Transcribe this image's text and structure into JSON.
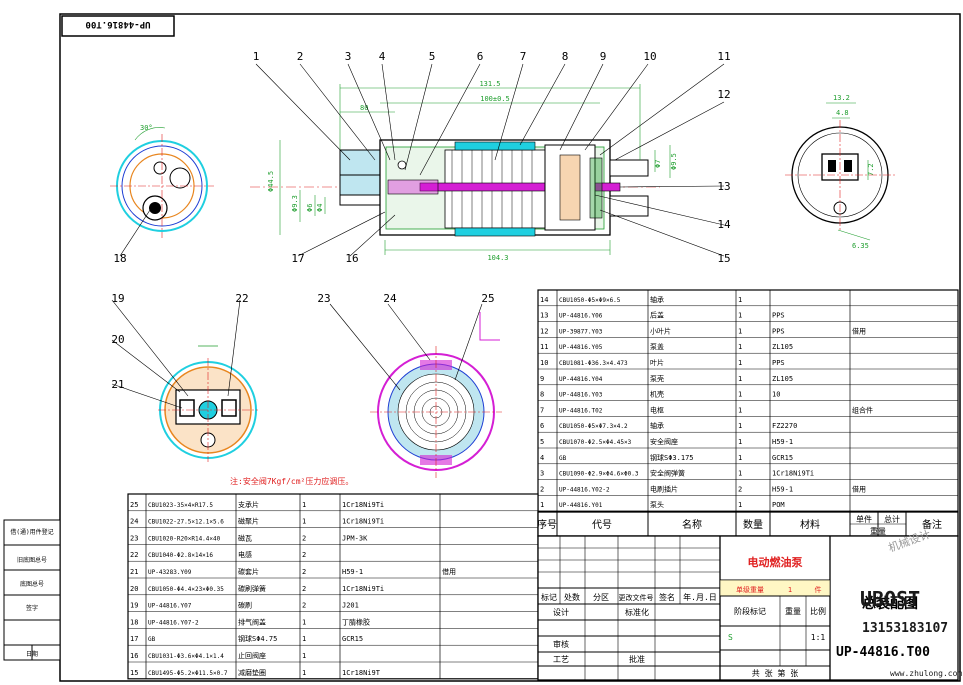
{
  "drawing_no_rotated": "UP-44816.T00",
  "drawing_no": "UP-44816.T00",
  "title": "电动燃油泵",
  "sheet_title": "总装配图",
  "scale": "1:1",
  "note": "注:安全阀7Kgf/cm²压力应调压。",
  "dims": {
    "overall": "131.5",
    "body": "100±0.5",
    "d80": "80",
    "dia": "Φ44.5",
    "d93": "Φ9.3",
    "d6": "Φ6",
    "d4": "Φ4",
    "d7": "Φ7",
    "d95": "Φ9.5",
    "d104": "104.3",
    "w132": "13.2",
    "w48": "4.8",
    "w72": "7.2",
    "w635": "6.35",
    "angle": "30°"
  },
  "callouts": [
    "1",
    "2",
    "3",
    "4",
    "5",
    "6",
    "7",
    "8",
    "9",
    "10",
    "11",
    "12",
    "13",
    "14",
    "15",
    "16",
    "17",
    "18",
    "19",
    "20",
    "21",
    "22",
    "23",
    "24",
    "25"
  ],
  "bom_upper": [
    {
      "no": "14",
      "code": "CBU1050-Φ5×Φ9×6.5",
      "name": "轴承",
      "qty": "1",
      "material": "",
      "note": ""
    },
    {
      "no": "13",
      "code": "UP-44816.Y06",
      "name": "后盖",
      "qty": "1",
      "material": "PPS",
      "note": ""
    },
    {
      "no": "12",
      "code": "UP-39877.Y03",
      "name": "小叶片",
      "qty": "1",
      "material": "PPS",
      "note": "借用"
    },
    {
      "no": "11",
      "code": "UP-44816.Y05",
      "name": "泵盖",
      "qty": "1",
      "material": "ZL105",
      "note": ""
    },
    {
      "no": "10",
      "code": "CBU1081-Φ36.3×4.473",
      "name": "叶片",
      "qty": "1",
      "material": "PPS",
      "note": ""
    },
    {
      "no": "9",
      "code": "UP-44816.Y04",
      "name": "泵壳",
      "qty": "1",
      "material": "ZL105",
      "note": ""
    },
    {
      "no": "8",
      "code": "UP-44816.Y03",
      "name": "机壳",
      "qty": "1",
      "material": "10",
      "note": ""
    },
    {
      "no": "7",
      "code": "UP-44816.T02",
      "name": "电枢",
      "qty": "1",
      "material": "",
      "note": "组合件"
    },
    {
      "no": "6",
      "code": "CBU1050-Φ5×Φ7.3×4.2",
      "name": "轴承",
      "qty": "1",
      "material": "FZ2270",
      "note": ""
    },
    {
      "no": "5",
      "code": "CBU1070-Φ2.5×Φ4.45×3",
      "name": "安全阀座",
      "qty": "1",
      "material": "H59-1",
      "note": ""
    },
    {
      "no": "4",
      "code": "GB",
      "name": "钢球SΦ3.175",
      "qty": "1",
      "material": "GCR15",
      "note": ""
    },
    {
      "no": "3",
      "code": "CBU1090-Φ2.9×Φ4.6×Φ0.3",
      "name": "安全阀弹簧",
      "qty": "1",
      "material": "1Cr18Ni9Ti",
      "note": ""
    },
    {
      "no": "2",
      "code": "UP-44816.Y02-2",
      "name": "电刷插片",
      "qty": "2",
      "material": "H59-1",
      "note": "借用"
    },
    {
      "no": "1",
      "code": "UP-44816.Y01",
      "name": "泵头",
      "qty": "1",
      "material": "POM",
      "note": ""
    }
  ],
  "bom_lower": [
    {
      "no": "25",
      "code": "CBU1023-35×4×R17.5",
      "name": "支承片",
      "qty": "1",
      "material": "1Cr18Ni9Ti",
      "note": ""
    },
    {
      "no": "24",
      "code": "CBU1022-27.5×12.1×5.6",
      "name": "磁聚片",
      "qty": "1",
      "material": "1Cr18Ni9Ti",
      "note": ""
    },
    {
      "no": "23",
      "code": "CBU1020-R20×R14.4×40",
      "name": "磁瓦",
      "qty": "2",
      "material": "JPM-3K",
      "note": ""
    },
    {
      "no": "22",
      "code": "CBU1040-Φ2.8×14×16",
      "name": "电感",
      "qty": "2",
      "material": "",
      "note": ""
    },
    {
      "no": "21",
      "code": "UP-43283.Y09",
      "name": "碳套片",
      "qty": "2",
      "material": "H59-1",
      "note": "借用"
    },
    {
      "no": "20",
      "code": "CBU1050-Φ4.4×23×Φ0.35",
      "name": "碳刷弹簧",
      "qty": "2",
      "material": "1Cr18Ni9Ti",
      "note": ""
    },
    {
      "no": "19",
      "code": "UP-44816.Y07",
      "name": "碳刷",
      "qty": "2",
      "material": "J201",
      "note": ""
    },
    {
      "no": "18",
      "code": "UP-44816.Y07-2",
      "name": "排气阀盖",
      "qty": "1",
      "material": "丁腈橡胶",
      "note": ""
    },
    {
      "no": "17",
      "code": "GB",
      "name": "钢球SΦ4.75",
      "qty": "1",
      "material": "GCR15",
      "note": ""
    },
    {
      "no": "16",
      "code": "CBU1031-Φ3.6×Φ4.1×1.4",
      "name": "止回阀座",
      "qty": "1",
      "material": "",
      "note": ""
    },
    {
      "no": "15",
      "code": "CBU1495-Φ5.2×Φ11.5×0.7",
      "name": "减磨垫圈",
      "qty": "1",
      "material": "1Cr18Ni9T",
      "note": ""
    }
  ],
  "bom_header": {
    "no": "序号",
    "code": "代号",
    "name": "名称",
    "qty": "数量",
    "material": "材料",
    "w1": "单件",
    "w2": "总计",
    "note": "备注",
    "weight": "重量"
  },
  "title_block": {
    "mark": "标记",
    "count": "处数",
    "zone": "分区",
    "doc": "更改文件号",
    "sign": "签名",
    "date": "年.月.日",
    "design": "设计",
    "std": "标准化",
    "stage": "阶段标记",
    "weight": "重量",
    "scale_lbl": "比例",
    "check": "审核",
    "process": "工艺",
    "approve": "批准",
    "sheets": "共 张 第 张",
    "unit_weight": "单级重量",
    "unit": "件",
    "s_mark": "S"
  },
  "side_labels": [
    "借(通)用件登记",
    "旧底图总号",
    "底图总号",
    "签字",
    "日期"
  ],
  "watermark": {
    "brand": "UBOST",
    "phone": "13153183107",
    "site": "www.zhulong.com",
    "tag": "机械设计"
  },
  "colors": {
    "green": "#1f9e2e",
    "magenta": "#d41fd4",
    "blue": "#1f3fd4",
    "cyan": "#1fcfe0",
    "orange": "#e8861f",
    "red": "#e02020"
  }
}
